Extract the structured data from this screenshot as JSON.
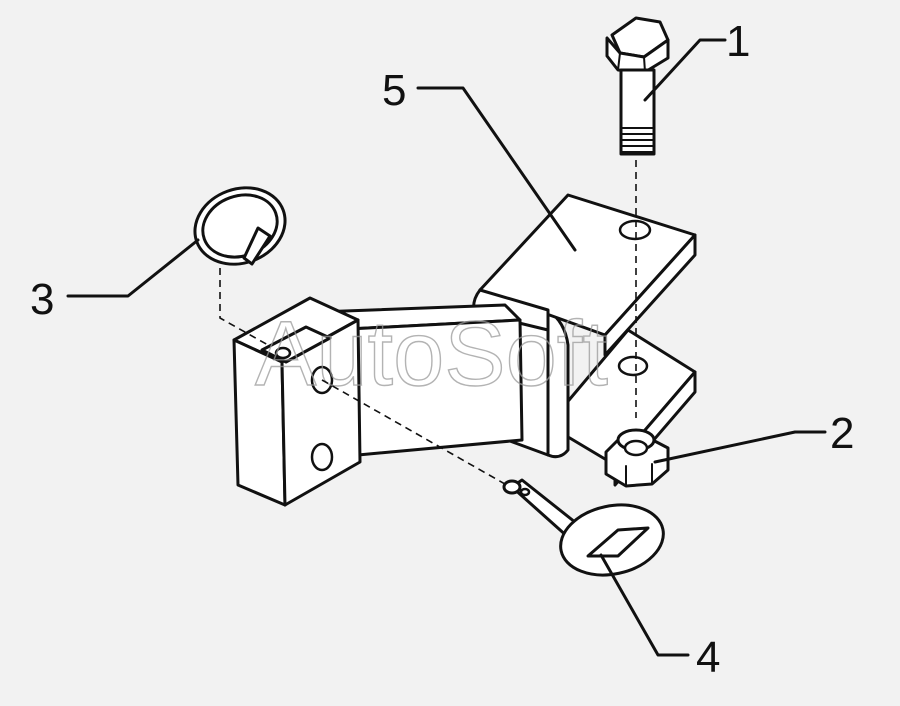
{
  "watermark": "AutoSoft",
  "callouts": {
    "c1": "1",
    "c2": "2",
    "c3": "3",
    "c4": "4",
    "c5": "5"
  },
  "colors": {
    "background": "#f2f2f2",
    "line": "#111111",
    "watermark": "#9a9a9a"
  }
}
